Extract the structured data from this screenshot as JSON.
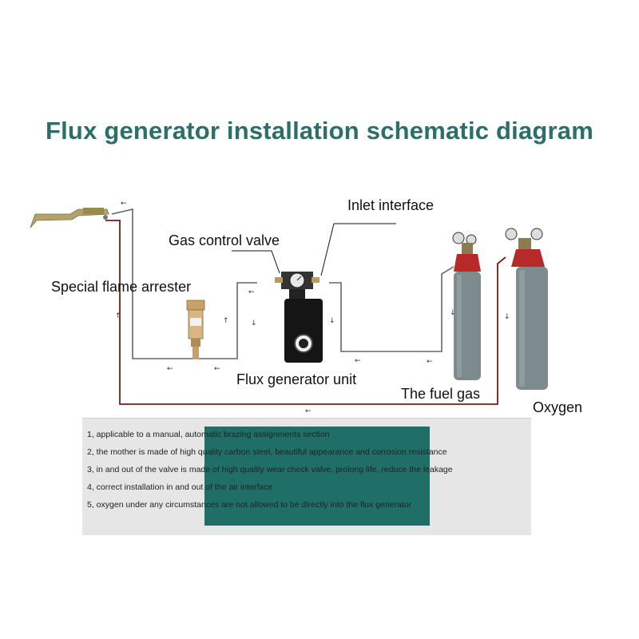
{
  "title": "Flux generator installation schematic diagram",
  "labels": {
    "inlet_interface": "Inlet interface",
    "gas_control_valve": "Gas control valve",
    "flame_arrester": "Special flame arrester",
    "flux_generator_unit": "Flux generator unit",
    "fuel_gas": "The fuel gas",
    "oxygen": "Oxygen"
  },
  "notes": [
    "1, applicable to a manual, automatic brazing assignments section",
    "2, the mother is made of high quality carbon steel, beautiful appearance and corrosion resistance",
    "3, in and out of the valve is made of high quality wear check valve, prolong life, reduce the leakage",
    "4, correct installation in and out of the air interface",
    "5, oxygen under any circumstances are not allowed to be directly into the flux generator"
  ],
  "colors": {
    "title": "#2b6f68",
    "oxygen_line": "#7a1a1a",
    "fuel_line": "#555555",
    "cylinder_top": "#b82a2a",
    "cylinder_body": "#7d8a8e",
    "overlay": "#1f6f68"
  }
}
